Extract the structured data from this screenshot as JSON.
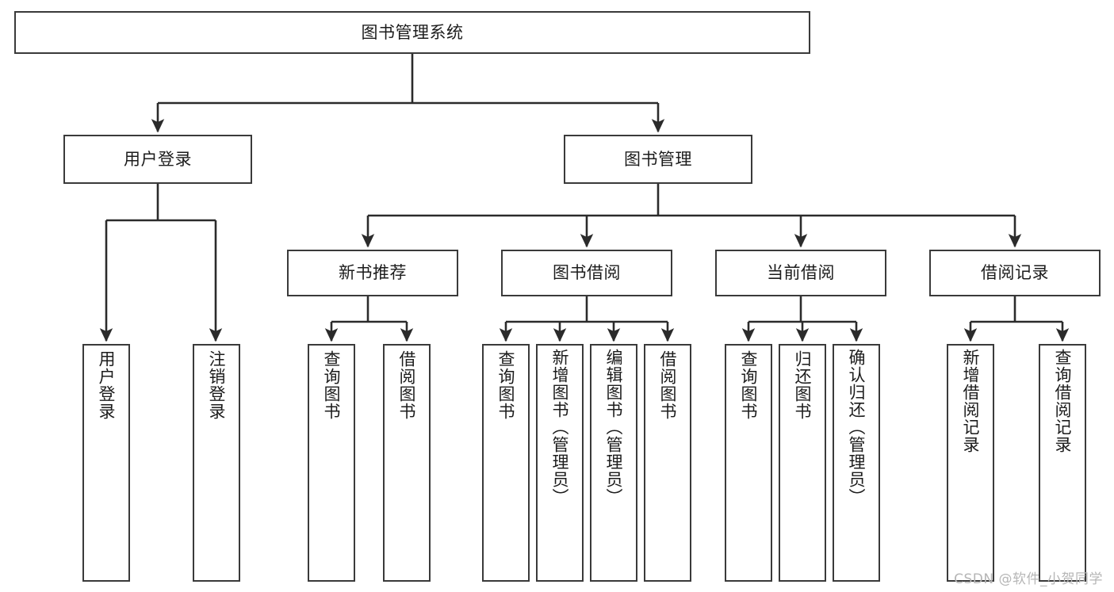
{
  "diagram": {
    "title": "图书管理系统",
    "type": "tree-structure-chart",
    "style": {
      "box_border_color": "#3a3a3a",
      "box_fill_color": "#ffffff",
      "edge_color": "#2b2b2b",
      "text_color": "#1c1c1c",
      "background": "#ffffff",
      "watermark_color": "#b6b6b6"
    },
    "watermark": "CSDN @软件_小贺同学"
  },
  "nodes": {
    "root": {
      "label": "图书管理系统"
    },
    "level2": [
      {
        "id": "user-login",
        "label": "用户登录"
      },
      {
        "id": "book-manage",
        "label": "图书管理"
      }
    ],
    "level3": [
      {
        "id": "new-book-recommend",
        "label": "新书推荐"
      },
      {
        "id": "book-borrow",
        "label": "图书借阅"
      },
      {
        "id": "current-borrow",
        "label": "当前借阅"
      },
      {
        "id": "borrow-record",
        "label": "借阅记录"
      }
    ],
    "leaves": {
      "user_login": [
        {
          "id": "leaf-user-login",
          "label": "用户登录"
        },
        {
          "id": "leaf-logout",
          "label": "注销登录"
        }
      ],
      "new_book_recommend": [
        {
          "id": "leaf-query-book-1",
          "label": "查询图书"
        },
        {
          "id": "leaf-borrow-book-1",
          "label": "借阅图书"
        }
      ],
      "book_borrow": [
        {
          "id": "leaf-query-book-2",
          "label": "查询图书"
        },
        {
          "id": "leaf-add-book",
          "label": "新增图书（管理员）"
        },
        {
          "id": "leaf-edit-book",
          "label": "编辑图书（管理员）"
        },
        {
          "id": "leaf-borrow-book-2",
          "label": "借阅图书"
        }
      ],
      "current_borrow": [
        {
          "id": "leaf-query-book-3",
          "label": "查询图书"
        },
        {
          "id": "leaf-return-book",
          "label": "归还图书"
        },
        {
          "id": "leaf-confirm-return",
          "label": "确认归还（管理员）"
        }
      ],
      "borrow_record": [
        {
          "id": "leaf-add-record",
          "label": "新增借阅记录"
        },
        {
          "id": "leaf-query-record",
          "label": "查询借阅记录"
        }
      ]
    }
  }
}
